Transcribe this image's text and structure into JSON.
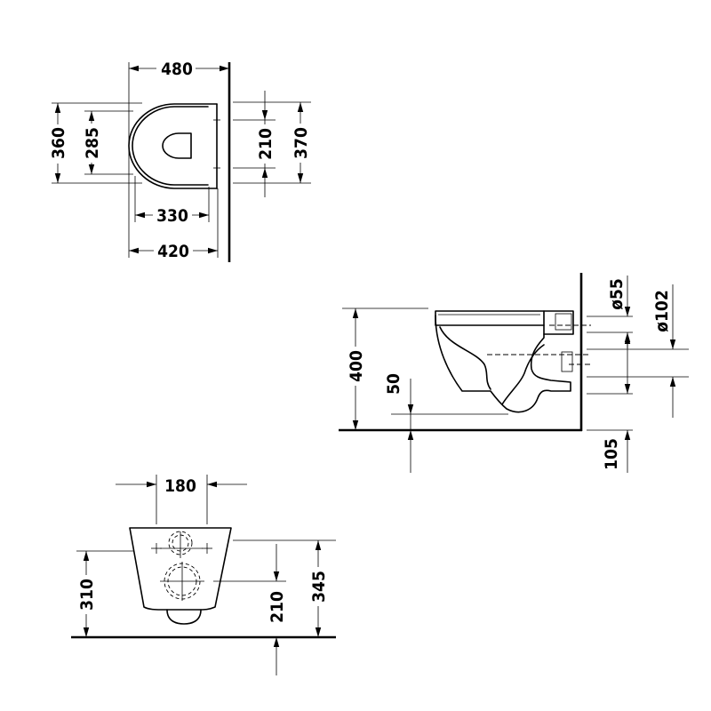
{
  "top_view": {
    "dims": {
      "overall_length": "480",
      "bowl_length": "420",
      "rim_to_opening": "330",
      "overall_width": "360",
      "opening_width": "285",
      "fixing_spacing": "210",
      "frame_width": "370"
    }
  },
  "side_view": {
    "dims": {
      "rim_height": "400",
      "outlet_height": "50",
      "inlet_diameter": "ø55",
      "outlet_diameter": "ø102",
      "outlet_center_height": "105"
    }
  },
  "front_view": {
    "dims": {
      "fixing_spacing": "180",
      "fixing_height": "310",
      "outlet_height": "210",
      "rim_height": "345"
    }
  }
}
